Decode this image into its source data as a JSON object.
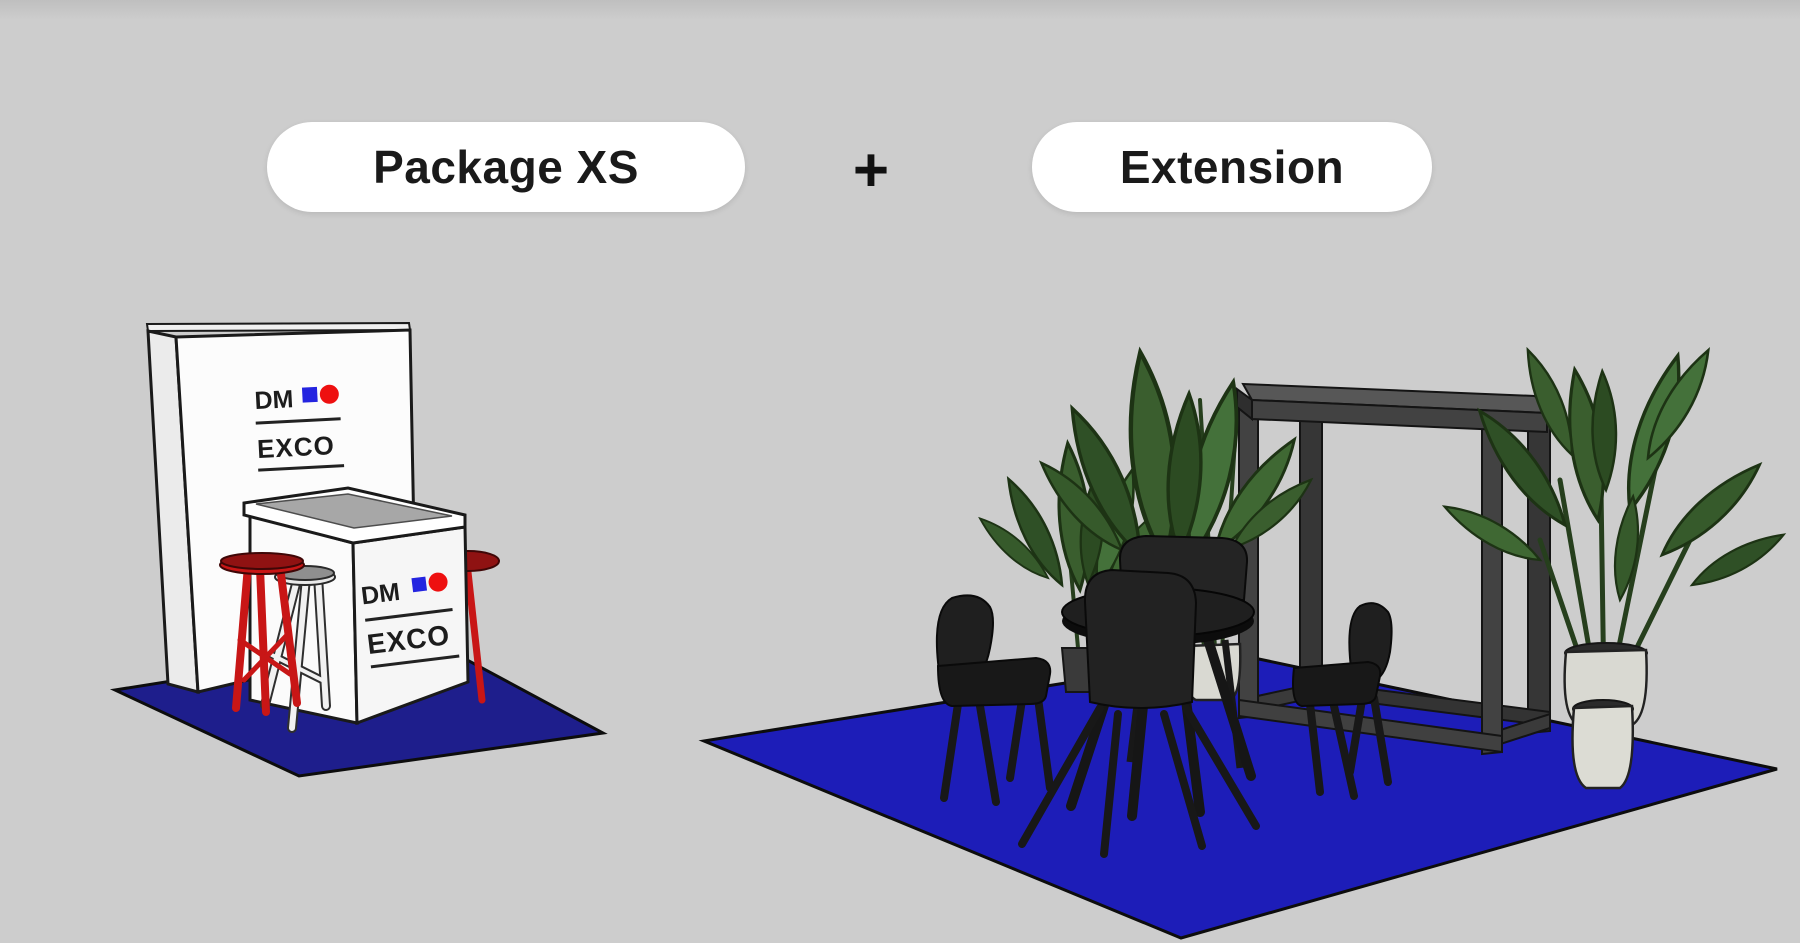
{
  "header": {
    "package_pill_label": "Package XS",
    "plus_sign": "+",
    "extension_pill_label": "Extension"
  },
  "booth": {
    "wall_logo": {
      "top": "DM",
      "bottom": "EXCO"
    },
    "counter_logo": {
      "top": "DM",
      "bottom": "EXCO"
    }
  },
  "colors": {
    "background": "#cdcdcd",
    "pill_background": "#ffffff",
    "label_text": "#1a1a1a",
    "carpet_left": "#1e1e8c",
    "carpet_right": "#1d1db8",
    "logo_blue": "#2424e0",
    "logo_red": "#ee1010",
    "stool_red": "#c81616",
    "wall_white": "#fcfcfc",
    "counter_top_gray": "#a7a7a7",
    "furniture_black": "#1f1f1f",
    "frame_gray": "#424242",
    "leaf_green": "#3a5e2e",
    "pot_white": "#d9d9d2"
  }
}
